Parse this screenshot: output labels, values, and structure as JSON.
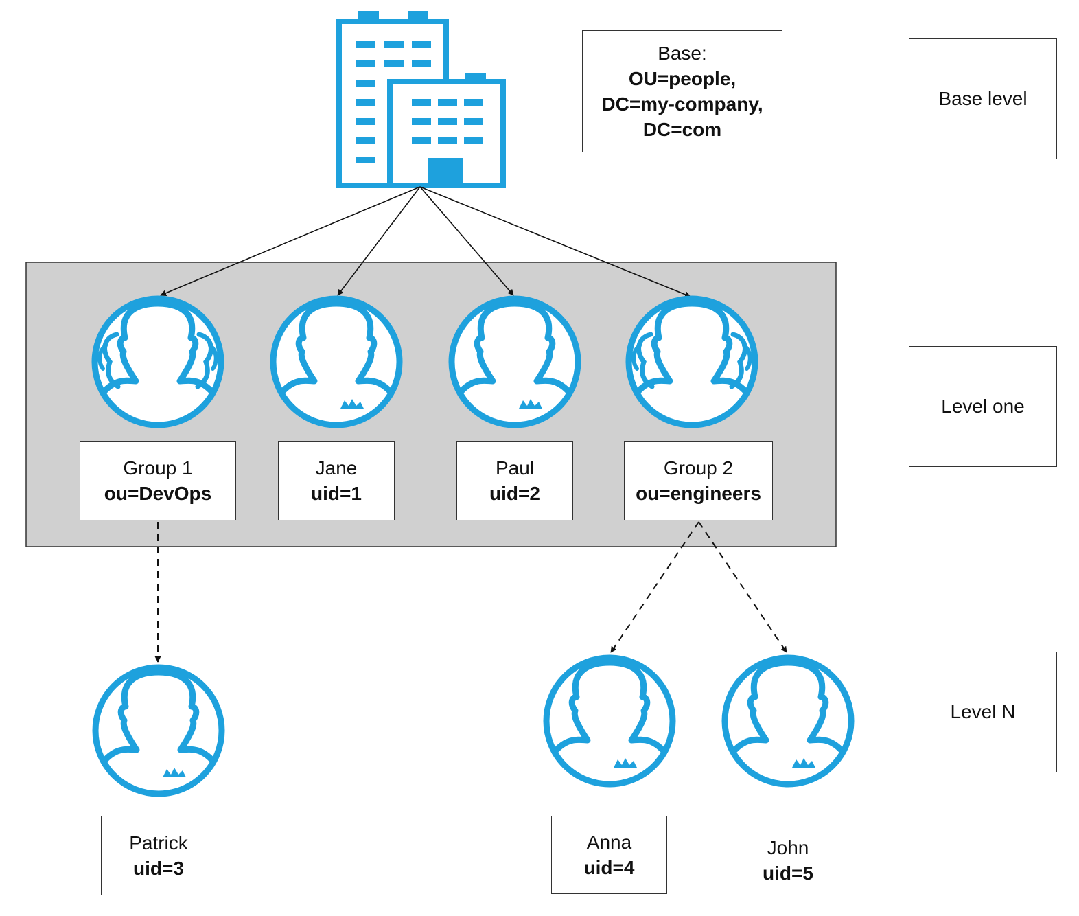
{
  "base_box": {
    "line1": "Base:",
    "line2": "OU=people,",
    "line3": "DC=my-company,",
    "line4": "DC=com"
  },
  "levels": {
    "base": "Base level",
    "one": "Level one",
    "n": "Level N"
  },
  "nodes": {
    "group1": {
      "name": "Group 1",
      "id": "ou=DevOps"
    },
    "jane": {
      "name": "Jane",
      "id": "uid=1"
    },
    "paul": {
      "name": "Paul",
      "id": "uid=2"
    },
    "group2": {
      "name": "Group 2",
      "id": "ou=engineers"
    },
    "patrick": {
      "name": "Patrick",
      "id": "uid=3"
    },
    "anna": {
      "name": "Anna",
      "id": "uid=4"
    },
    "john": {
      "name": "John",
      "id": "uid=5"
    }
  },
  "colors": {
    "accent": "#1ea1dd",
    "panel": "#d0d0d0",
    "line": "#111111"
  }
}
